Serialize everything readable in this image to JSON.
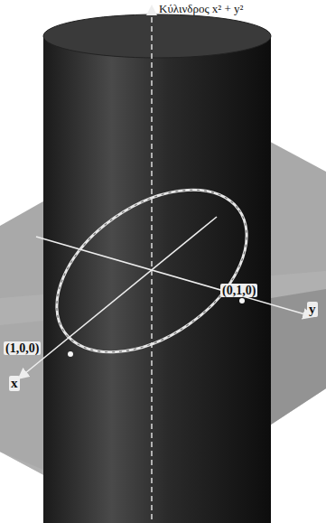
{
  "diagram": {
    "labels": [
      "Κύλινδρος x² + y²",
      "(1,0,0)",
      "(0,1,0)",
      "x",
      "y"
    ]
  }
}
